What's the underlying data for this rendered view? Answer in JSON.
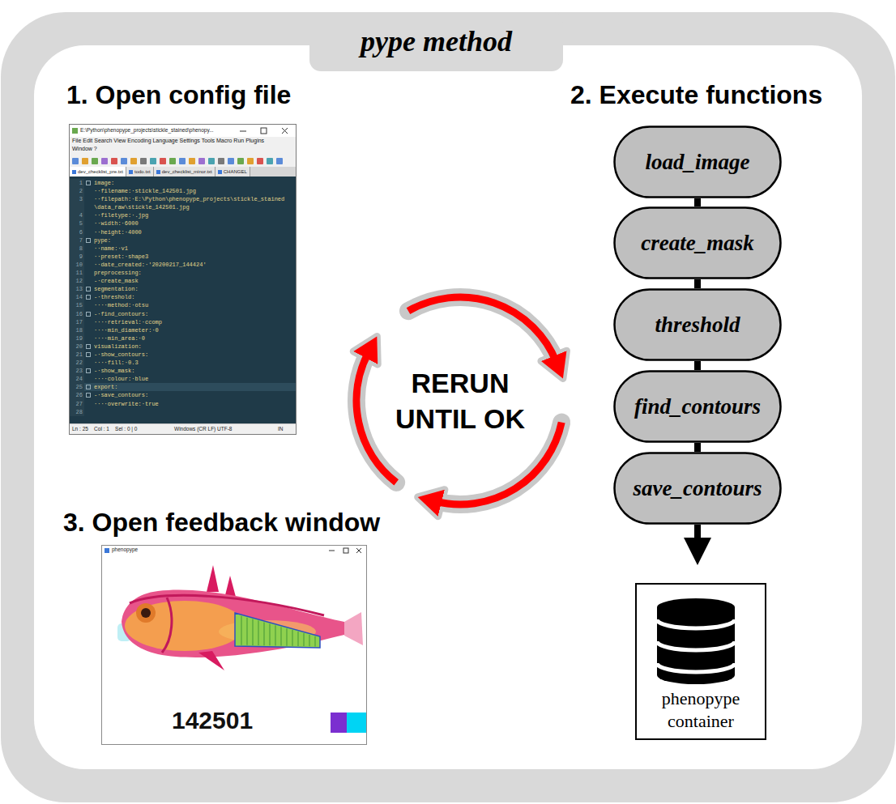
{
  "diagram": {
    "title": "pype method",
    "nodes": [
      {
        "text": [
          "load_image"
        ]
      },
      {
        "text": [
          "create_mask"
        ]
      },
      {
        "text": [
          "threshold"
        ]
      },
      {
        "text": [
          "find_contours"
        ]
      },
      {
        "text": [
          "save_contours"
        ]
      },
      {
        "text": [
          "phenopype container"
        ]
      }
    ],
    "edges": [
      {
        "from": 0,
        "to": 1,
        "arrow": "none"
      },
      {
        "from": 1,
        "to": 2,
        "arrow": "none"
      },
      {
        "from": 2,
        "to": 3,
        "arrow": "none"
      },
      {
        "from": 3,
        "to": 4,
        "arrow": "none"
      },
      {
        "from": 4,
        "to": 5,
        "arrow": "to"
      }
    ],
    "labels": [
      "1. Open config file",
      "2. Execute functions",
      "3. Open feedback window",
      "RERUN UNTIL OK",
      "E:\\Python\\phenopype_projects\\stickle_stained\\phenopy...",
      "File Edit Search View Encoding Language Settings Tools Macro Run Plugins",
      "Window ?",
      "dev_checklist_pre.txt",
      "todo.txt",
      "dev_checklist_minor.txt",
      "CHANGEL",
      "1",
      "2",
      "3",
      "4",
      "5",
      "6",
      "7",
      "8",
      "9",
      "10",
      "11",
      "12",
      "13",
      "14",
      "15",
      "16",
      "17",
      "18",
      "19",
      "20",
      "21",
      "22",
      "23",
      "24",
      "25",
      "26",
      "27",
      "28",
      "image:",
      "··filename:·stickle_142501.jpg",
      "··filepath:·E:\\Python\\phenopype_projects\\stickle_stained\\data_raw\\stickle_142501.jpg",
      "··filetype:·.jpg",
      "··width:·6000",
      "··height:·4000",
      "pype:",
      "··name:·v1",
      "··preset:·shape3",
      "··date_created:·'20200217_144424'",
      "preprocessing:",
      "-·create_mask",
      "segmentation:",
      "-·threshold:",
      "····method:·otsu",
      "-·find_contours:",
      "····retrieval:·ccomp",
      "····min_diameter:·0",
      "····min_area:·0",
      "visualization:",
      "-·show_contours:",
      "····fill:·0.3",
      "-·show_mask:",
      "····colour:·blue",
      "export:",
      "-·save_contours:",
      "····overwrite:·true",
      "Ln : 25    Col : 1    Sel : 0 | 0",
      "Windows (CR LF)",
      "UTF-8",
      "IN",
      "phenopype",
      "142501"
    ]
  }
}
